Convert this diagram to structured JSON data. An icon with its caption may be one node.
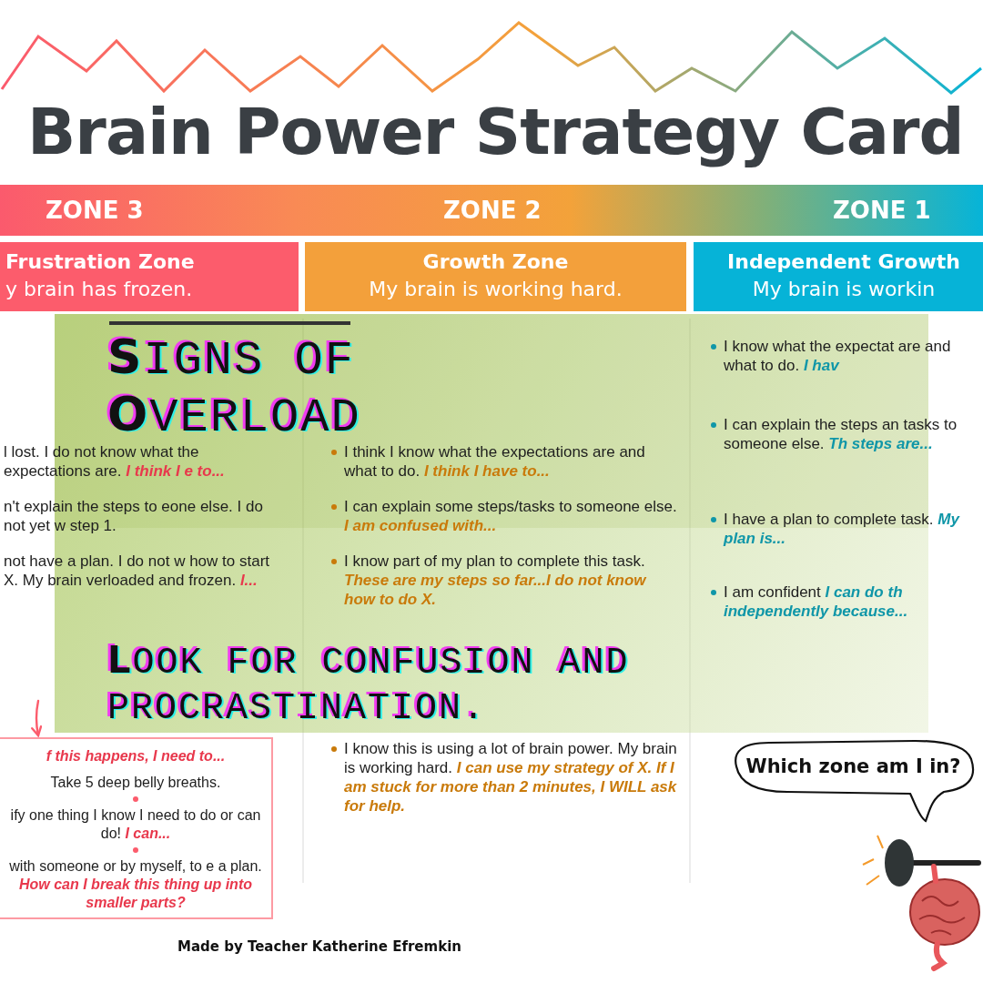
{
  "diagram": {
    "title": "Brain Power Strategy Card",
    "nodes": [
      {
        "text": [
          "Frustration Zone",
          "y brain has frozen."
        ]
      },
      {
        "text": [
          "Growth Zone",
          "My brain is working hard."
        ]
      },
      {
        "text": [
          "Independent Growth",
          "My brain is workin"
        ]
      },
      {
        "text": [
          "**S**IGNS OF **O**VERLOAD",
          "**L**OOK FOR CONFUSION AND PROCRASTINATION."
        ]
      },
      {
        "text": [
          "f this happens, I need to...",
          "Take 5 deep belly breaths.",
          "ify one thing I know I need to do or can do! *I can...*",
          "with someone or by myself, to e a plan. *How can I break this thing up into smaller parts?*"
        ]
      },
      {
        "text": [
          "Which zone am I in?"
        ]
      }
    ],
    "edges": [
      {
        "from": null,
        "to": 4,
        "arrow": "to",
        "color": "#fc5c6c"
      }
    ],
    "labels": [
      "ZONE 3",
      "ZONE 2",
      "ZONE 1",
      "l lost. I do not know what the expectations are. *I think I e to...*",
      "n't explain the steps to eone else. I do not yet w step 1.",
      "not have a plan. I do not w how to start X. My brain verloaded and frozen. *l...*",
      "I think I know what the expectations are and what to do. *I think I have to...*",
      "I can explain some steps/tasks to someone else. *I am confused with...*",
      "I know part of my plan to complete this task. *These are my steps so far...I do not know how to do X.*",
      "I know this is using a lot of brain power. My brain is working hard. *I can use my strategy of X. If I am stuck for more than 2 minutes, I WILL ask for help.*",
      "I know what the expectat are and what to do. *I hav*",
      "I can explain the steps an tasks to someone else. *Th steps are...*",
      "I have a plan to complete task. *My plan is...*",
      "I am confident *I can do th independently because...*",
      "Made by Teacher Katherine Efremkin"
    ]
  }
}
